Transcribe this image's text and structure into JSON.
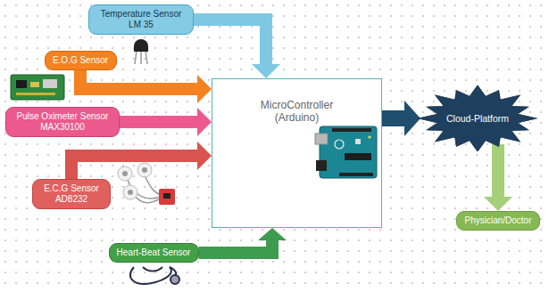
{
  "diagram": {
    "nodes": [
      {
        "text": [
          "Temperature Sensor LM 35"
        ]
      },
      {
        "text": [
          "E.O.G Sensor"
        ]
      },
      {
        "text": [
          "Pulse Oximeter Sensor MAX30100"
        ]
      },
      {
        "text": [
          "MicroController (Arduino)"
        ]
      },
      {
        "text": [
          "Cloud-Platform"
        ]
      },
      {
        "text": [
          "E.C.G Sensor AD8232"
        ]
      },
      {
        "text": [
          "Physician/Doctor"
        ]
      },
      {
        "text": [
          "Heart-Beat Sensor"
        ]
      }
    ],
    "edges": [
      {
        "from": 0,
        "to": 3,
        "arrow": "to"
      },
      {
        "from": 1,
        "to": 3,
        "arrow": "to"
      },
      {
        "from": 2,
        "to": 3,
        "arrow": "to"
      },
      {
        "from": 5,
        "to": 3,
        "arrow": "to"
      },
      {
        "from": 7,
        "to": 3,
        "arrow": "to"
      },
      {
        "from": 3,
        "to": 4,
        "arrow": "to"
      },
      {
        "from": 4,
        "to": 6,
        "arrow": "to"
      }
    ]
  }
}
